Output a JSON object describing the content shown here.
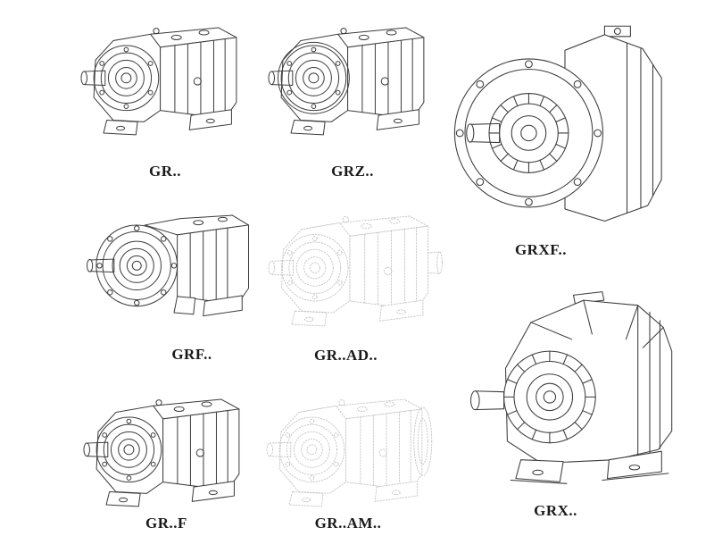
{
  "page": {
    "background_color": "#ffffff",
    "line_color": "#3b3b3b",
    "faint_line_color": "#c4c4c4",
    "label_color": "#1a1a1a"
  },
  "figures": [
    {
      "id": "gr",
      "label": "GR..",
      "drawing": "foot-mounted-helical-gear-unit",
      "line_style": "solid"
    },
    {
      "id": "grz",
      "label": "GRZ..",
      "drawing": "foot-mounted-helical-gear-unit-large-bearing-face",
      "line_style": "solid"
    },
    {
      "id": "grxf",
      "label": "GRXF..",
      "drawing": "flange-mounted-helical-gear-unit-large",
      "line_style": "solid"
    },
    {
      "id": "grf",
      "label": "GRF..",
      "drawing": "flange-mounted-helical-gear-unit",
      "line_style": "solid"
    },
    {
      "id": "grad",
      "label": "GR..AD..",
      "drawing": "helical-gear-unit-with-input-adapter",
      "line_style": "faint"
    },
    {
      "id": "grf_foot",
      "label": "GR..F",
      "drawing": "foot-mounted-helical-gear-unit",
      "line_style": "solid"
    },
    {
      "id": "gram",
      "label": "GR..AM..",
      "drawing": "helical-gear-unit-with-motor-adapter-flange",
      "line_style": "faint"
    },
    {
      "id": "grx",
      "label": "GRX..",
      "drawing": "foot-mounted-helical-gear-unit-large",
      "line_style": "solid"
    }
  ]
}
